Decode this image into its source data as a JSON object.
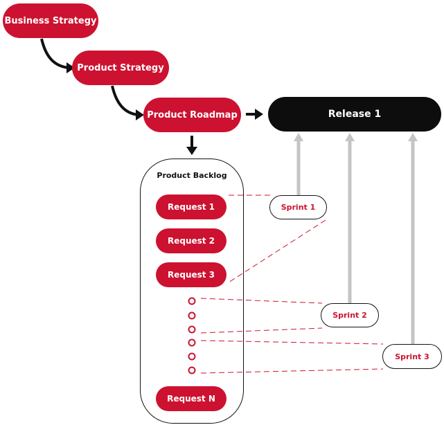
{
  "nodes": {
    "business_strategy": "Business Strategy",
    "product_strategy": "Product Strategy",
    "product_roadmap": "Product Roadmap",
    "release": "Release 1",
    "product_backlog": "Product Backlog"
  },
  "requests": [
    "Request 1",
    "Request 2",
    "Request 3",
    "Request N"
  ],
  "sprints": [
    "Sprint 1",
    "Sprint 2",
    "Sprint 3"
  ],
  "colors": {
    "accent_red": "#cc1230",
    "black": "#0d0d0d",
    "arrow_gray": "#c4c4c4"
  }
}
